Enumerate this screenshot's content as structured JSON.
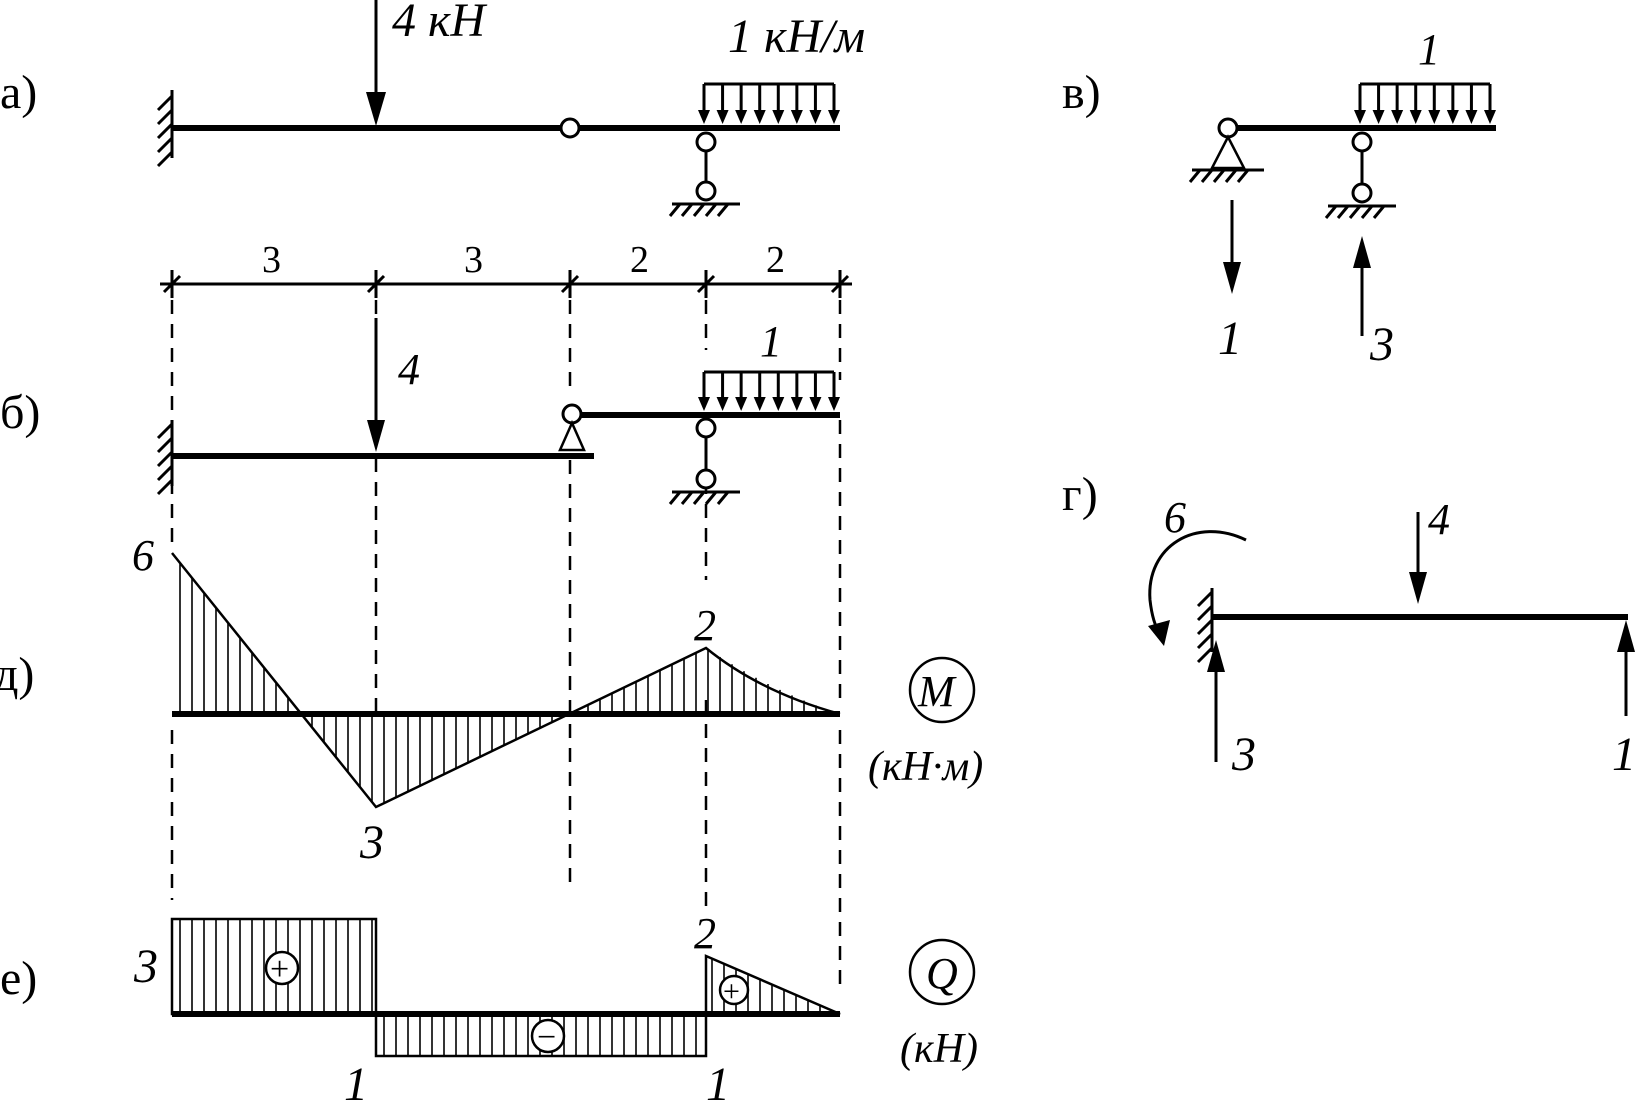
{
  "panels": {
    "a": "а)",
    "b": "б)",
    "v": "в)",
    "g": "г)",
    "d": "д)",
    "e": "е)"
  },
  "loads_a": {
    "force": "4 кН",
    "distributed": "1 кН/м"
  },
  "dimensions": [
    "3",
    "3",
    "2",
    "2"
  ],
  "loads_b": {
    "force": "4",
    "distributed": "1"
  },
  "panel_v": {
    "distributed": "1",
    "reaction_left": "1",
    "reaction_right": "3"
  },
  "panel_g": {
    "moment": "6",
    "force": "4",
    "reaction_left": "3",
    "reaction_right": "1"
  },
  "moment_diagram": {
    "symbol": "M",
    "unit": "(кН·м)",
    "values": {
      "fixed_end": "6",
      "under_force": "3",
      "at_support": "2"
    }
  },
  "shear_diagram": {
    "symbol": "Q",
    "unit": "(кН)",
    "values": {
      "left": "3",
      "middle_left": "1",
      "middle_right": "1",
      "right_span": "2"
    },
    "signs": {
      "first": "+",
      "second": "−",
      "third": "+"
    }
  }
}
